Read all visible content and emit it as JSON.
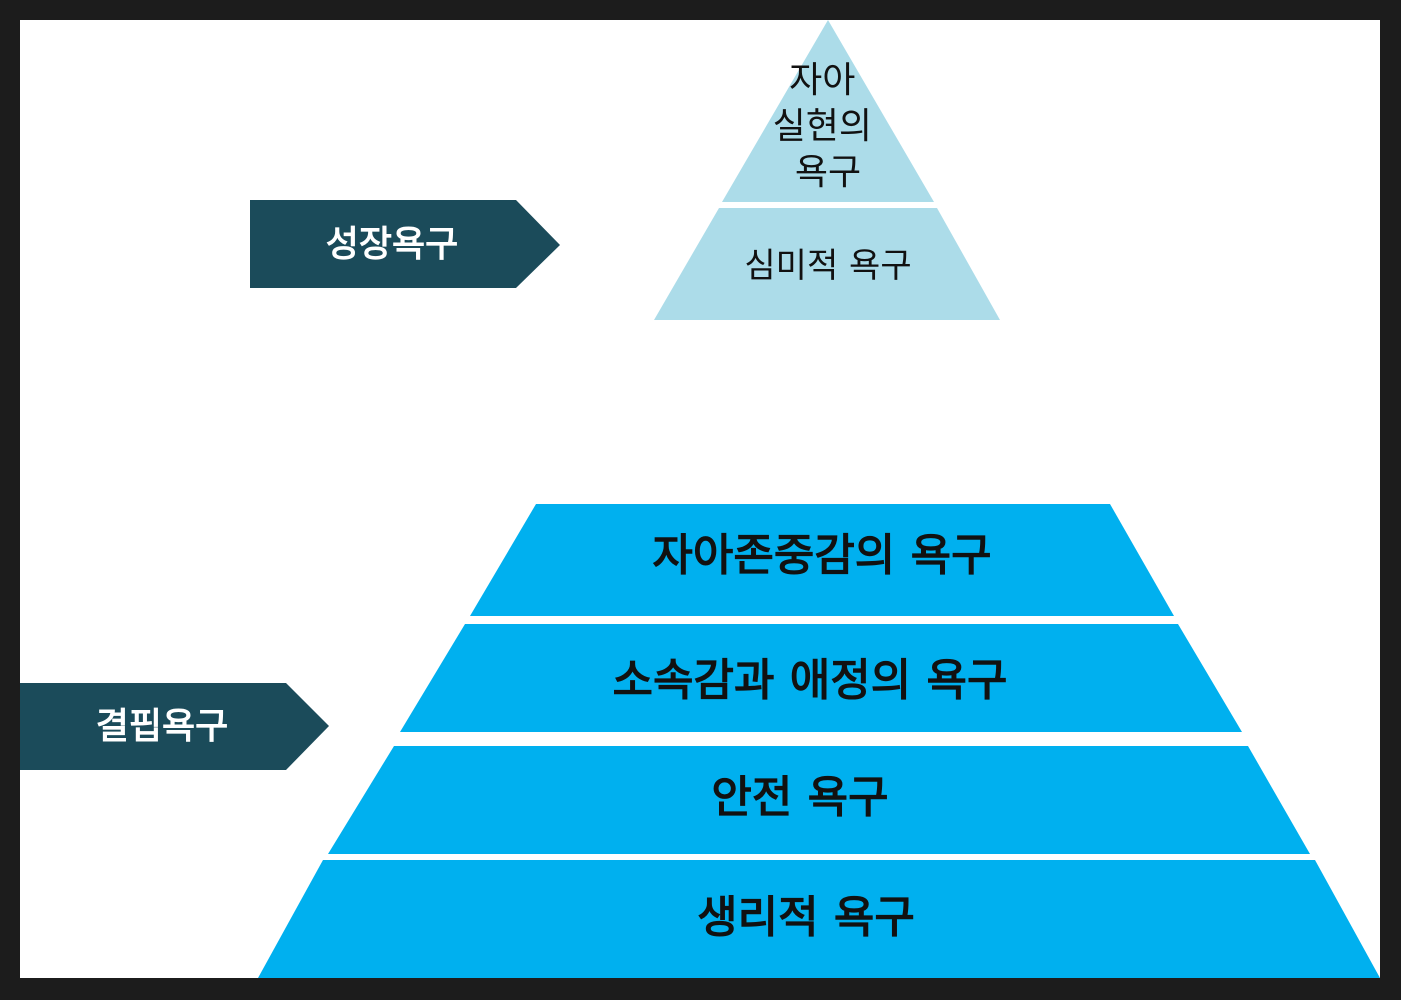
{
  "diagram": {
    "colors": {
      "frame": "#1c1c1c",
      "background": "#ffffff",
      "growth_fill": "#acdce9",
      "deficiency_fill": "#00b0ef",
      "arrow_fill": "#1b4b5a",
      "arrow_text": "#ffffff",
      "level_text": "#111111"
    },
    "growth": {
      "arrow_label": "성장욕구",
      "levels": [
        {
          "lines": [
            "자아",
            "실현의",
            "욕구"
          ]
        },
        {
          "lines": [
            "심미적 욕구"
          ]
        }
      ]
    },
    "deficiency": {
      "arrow_label": "결핍욕구",
      "levels": [
        {
          "lines": [
            "자아존중감의 욕구"
          ]
        },
        {
          "lines": [
            "소속감과 애정의 욕구"
          ]
        },
        {
          "lines": [
            "안전 욕구"
          ]
        },
        {
          "lines": [
            "생리적 욕구"
          ]
        }
      ]
    }
  }
}
